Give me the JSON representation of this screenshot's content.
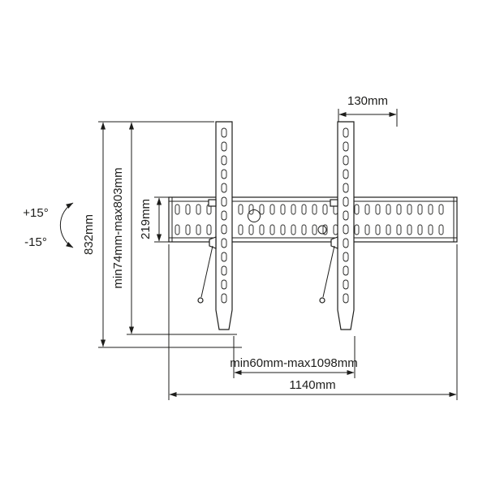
{
  "page": {
    "background_color": "#ffffff",
    "line_color": "#1d1d1b"
  },
  "diagram": {
    "type": "technical-dimension-drawing",
    "labels": {
      "top_offset": "130mm",
      "total_height": "832mm",
      "height_range": "min74mm-max803mm",
      "plate_height": "219mm",
      "angle_up": "+15°",
      "angle_down": "-15°",
      "bracket_spacing_range": "min60mm-max1098mm",
      "plate_width": "1140mm"
    }
  }
}
